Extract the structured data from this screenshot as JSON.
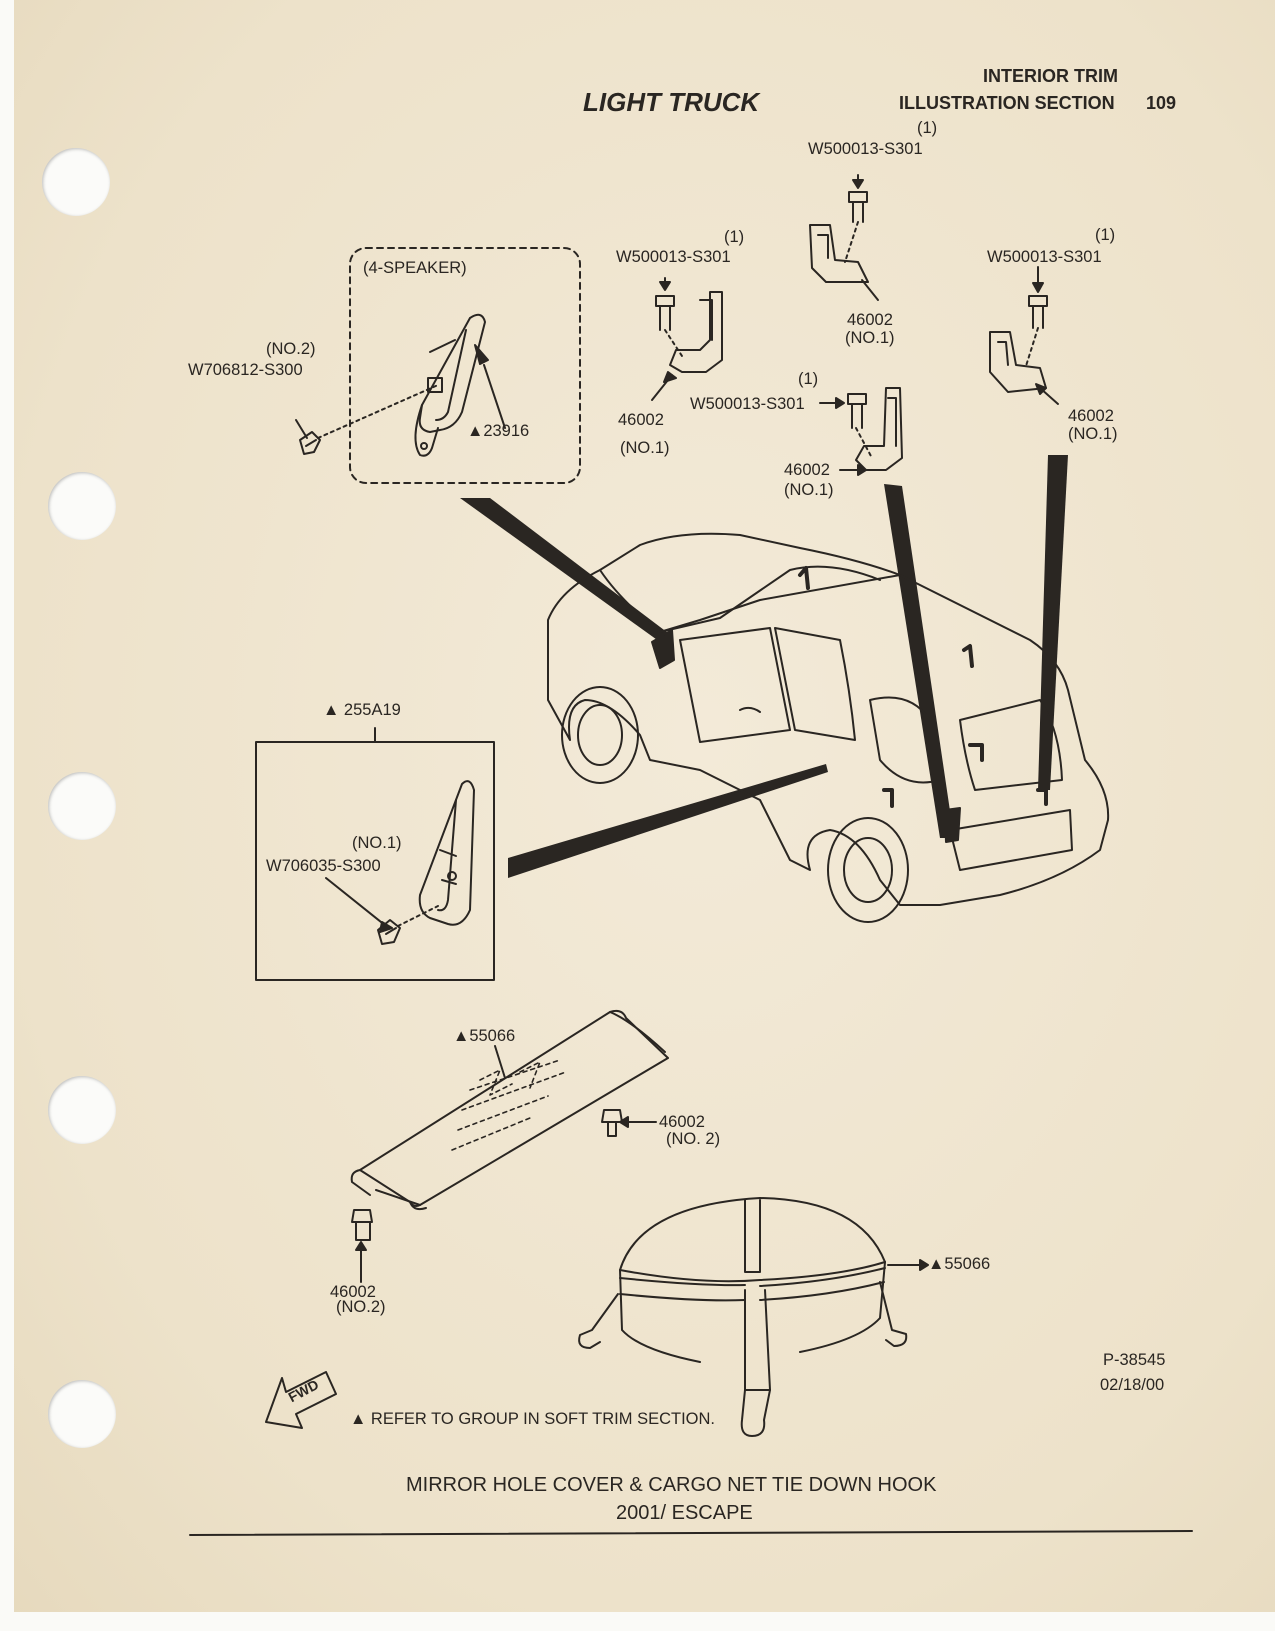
{
  "header": {
    "section_title": "INTERIOR TRIM",
    "subsection_title": "ILLUSTRATION SECTION",
    "page_number": "109",
    "vehicle_class": "LIGHT TRUCK"
  },
  "callouts": {
    "speaker_box_label": "(4-SPEAKER)",
    "speaker_clip_qty": "(NO.2)",
    "speaker_clip_part": "W706812-S300",
    "speaker_cover_part": "▲23916",
    "bolt_a_qty": "(1)",
    "bolt_a_part": "W500013-S301",
    "hook_a_part": "46002",
    "hook_a_qty": "(NO.1)",
    "bolt_b_qty": "(1)",
    "bolt_b_part": "W500013-S301",
    "hook_b_part": "46002",
    "hook_b_qty": "(NO.1)",
    "bolt_c_qty": "(1)",
    "bolt_c_part": "W500013-S301",
    "hook_c_part": "46002",
    "hook_c_qty": "(NO.1)",
    "bolt_d_qty": "(1)",
    "bolt_d_part": "W500013-S301",
    "hook_d_part": "46002",
    "hook_d_qty": "(NO.1)",
    "mirror_cover_part": "▲ 255A19",
    "mirror_clip_qty": "(NO.1)",
    "mirror_clip_part": "W706035-S300",
    "cargo_cover_part": "▲55066",
    "cover_fastener_right_part": "46002",
    "cover_fastener_right_qty": "(NO. 2)",
    "cover_fastener_left_part": "46002",
    "cover_fastener_left_qty": "(NO.2)",
    "cargo_net_part": "▲55066"
  },
  "footer": {
    "fwd_label": "FWD",
    "note": "▲ REFER TO GROUP IN SOFT TRIM SECTION.",
    "drawing_number": "P-38545",
    "drawing_date": "02/18/00",
    "caption_line1": "MIRROR HOLE COVER & CARGO NET TIE DOWN HOOK",
    "caption_line2": "2001/ ESCAPE"
  },
  "colors": {
    "paper": "#efe5d0",
    "ink": "#2a2622",
    "hole": "#fbfbf9"
  }
}
